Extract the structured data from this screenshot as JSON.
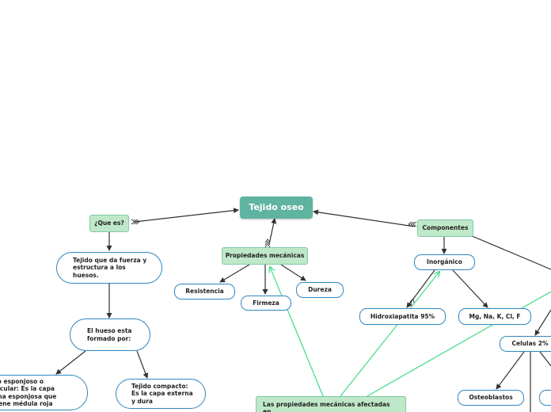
{
  "map": {
    "central": "Tejido oseo",
    "que_es": "¿Que es?",
    "def": "Tejido que da fuerza y\nestructura a los\nhuesos.",
    "formado": "El hueso esta\nformado por:",
    "esponjoso": "Tejido esponjoso o\ntrabecular: Es la capa\ninterna esponjosa que\ncontiene médula roja",
    "compacto": "Tejido compacto:\nEs la capa externa\ny dura",
    "propiedades": "Propiedades mecánicas",
    "resistencia": "Resistencia",
    "firmeza": "Firmeza",
    "dureza": "Dureza",
    "componentes": "Componentes",
    "inorganico": "Inorgánico",
    "hidroxiapatita": "Hidroxiapatita 95%",
    "minerales": "Mg, Na, K, Cl, F",
    "celulas": "Celulas 2%",
    "osteoblastos": "Osteoblastos",
    "nota": "Las propiedades mecánicas afectadas en\neste paciente son la dureza, rigidez y"
  },
  "colors": {
    "central_fill": "#5fb3a1",
    "topic_fill": "#bfe8c8",
    "subtopic_border": "#2e86c1",
    "connector": "#333333",
    "relation": "#3ddc84"
  }
}
